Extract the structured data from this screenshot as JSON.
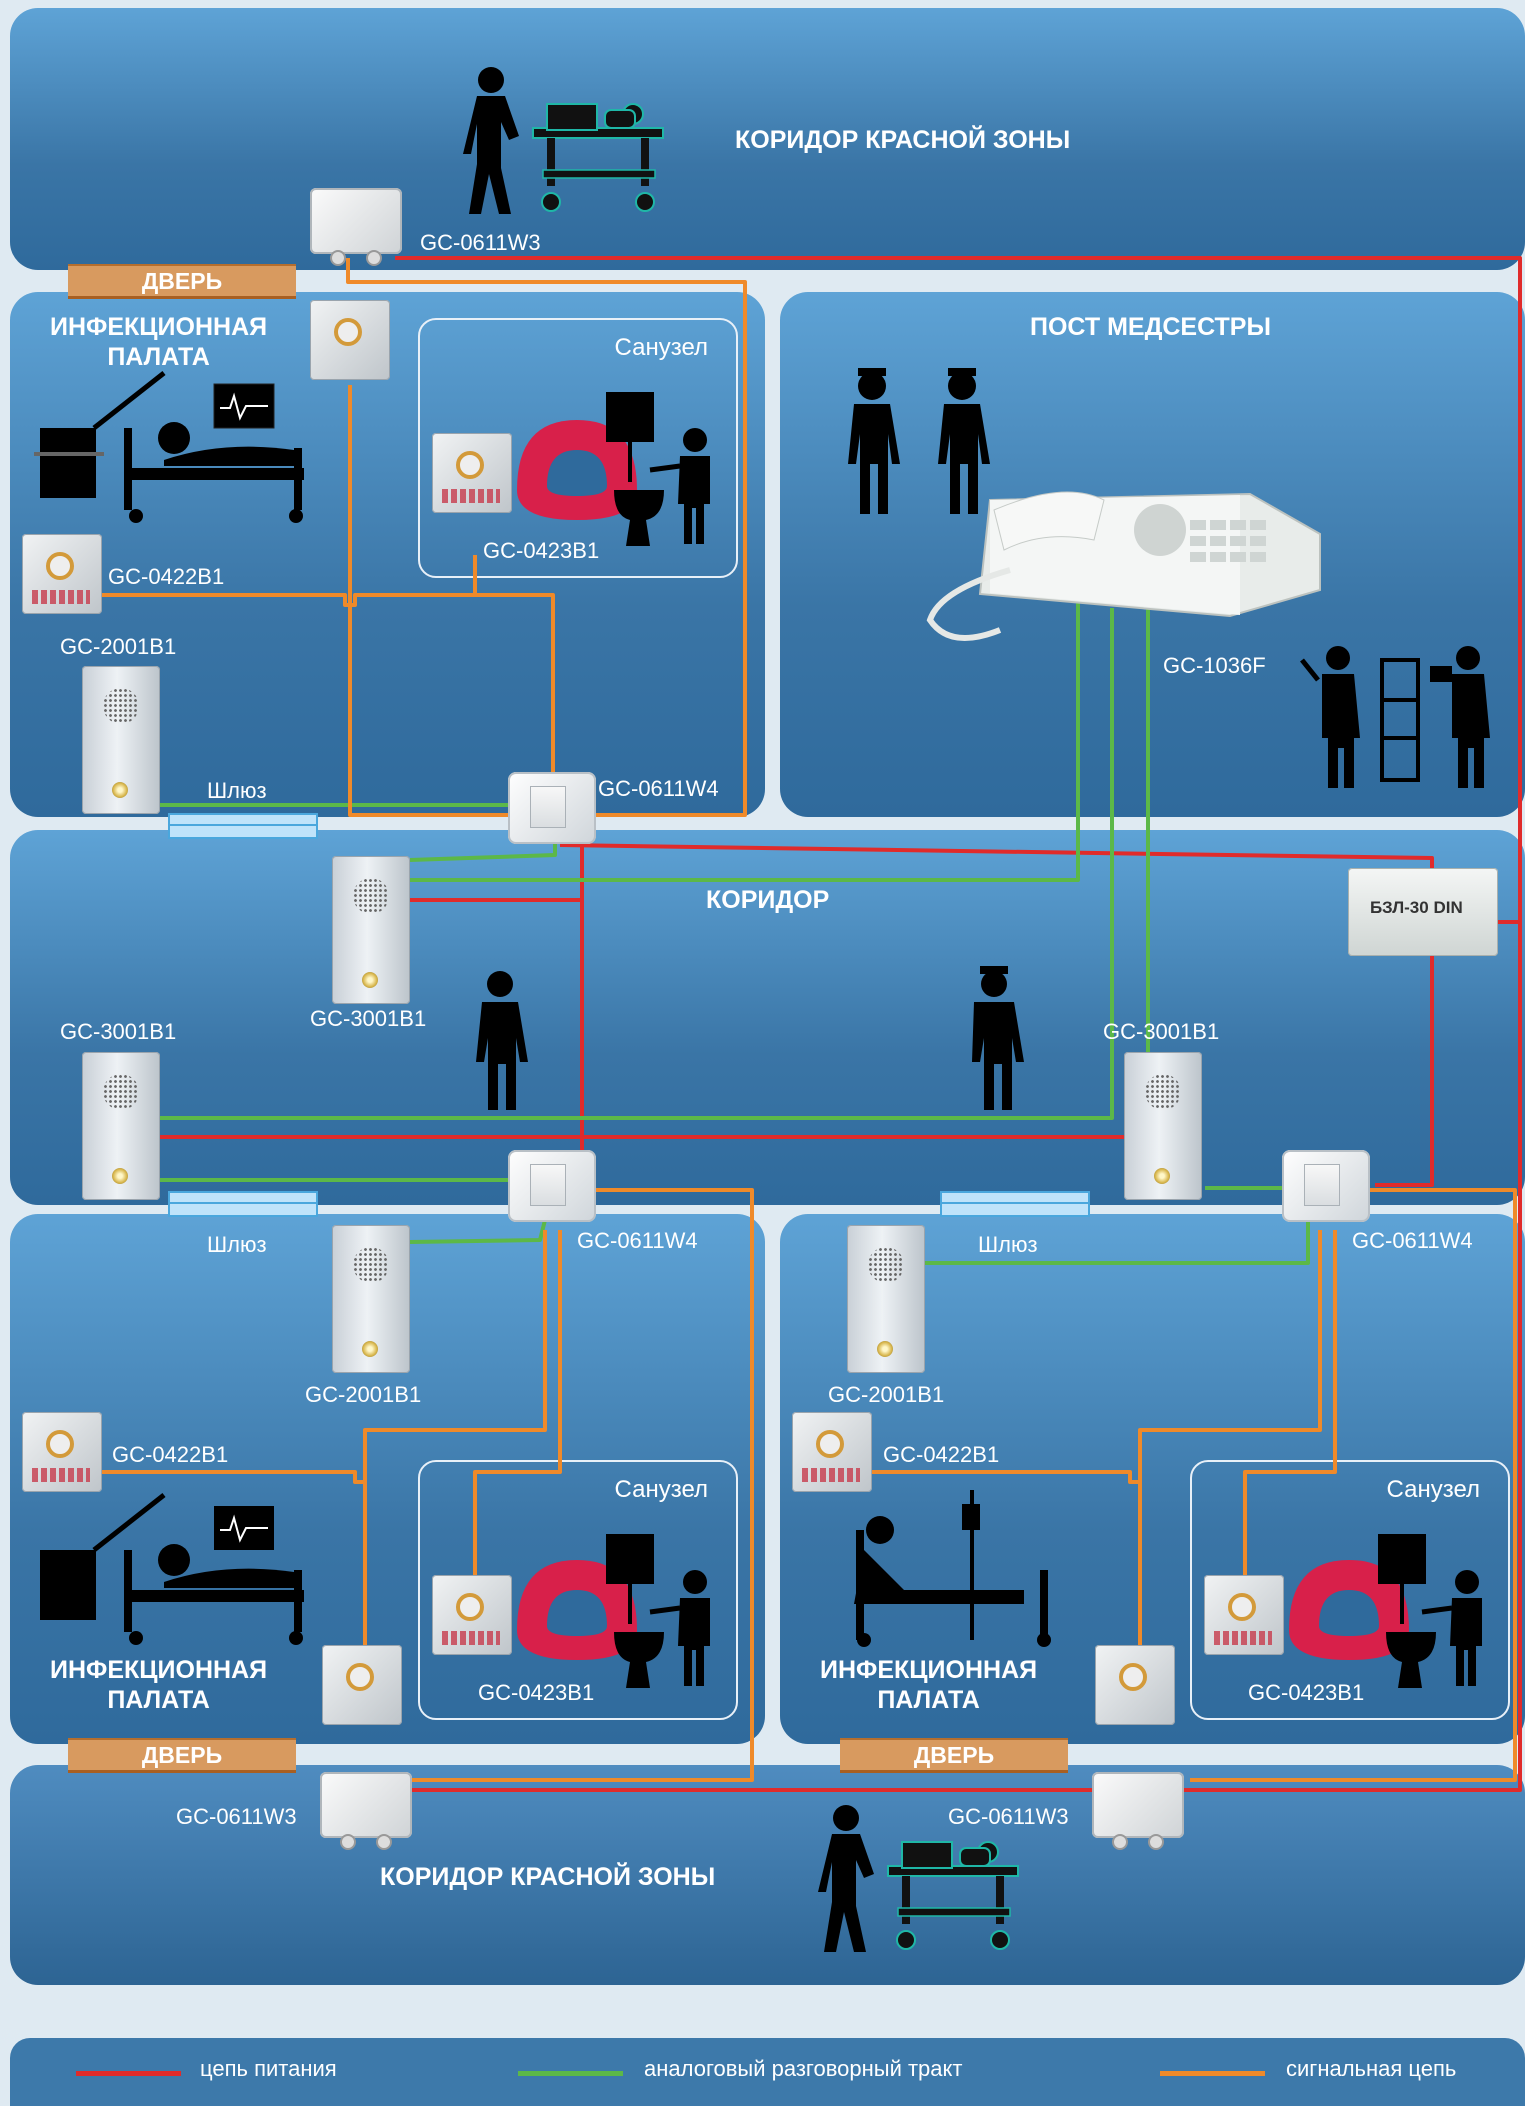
{
  "zones": {
    "top_corridor": "КОРИДОР КРАСНОЙ ЗОНЫ",
    "nurse_post": "ПОСТ МЕДСЕСТРЫ",
    "corridor": "КОРИДОР",
    "bottom_corridor": "КОРИДОР КРАСНОЙ ЗОНЫ",
    "ward_top_line1": "ИНФЕКЦИОННАЯ",
    "ward_top_line2": "ПАЛАТА",
    "ward_bl_line1": "ИНФЕКЦИОННАЯ",
    "ward_bl_line2": "ПАЛАТА",
    "ward_br_line1": "ИНФЕКЦИОННАЯ",
    "ward_br_line2": "ПАЛАТА"
  },
  "doors": {
    "top": "ДВЕРЬ",
    "bottom_left": "ДВЕРЬ",
    "bottom_right": "ДВЕРЬ"
  },
  "bathroom": {
    "top": "Санузел",
    "bottom_left": "Санузел",
    "bottom_right": "Санузел"
  },
  "gateway": {
    "top": "Шлюз",
    "bottom_left": "Шлюз",
    "bottom_right": "Шлюз"
  },
  "devices": {
    "w3_top": "GC-0611W3",
    "w3_bl": "GC-0611W3",
    "w3_br": "GC-0611W3",
    "w4_top": "GC-0611W4",
    "w4_bl": "GC-0611W4",
    "w4_br": "GC-0611W4",
    "b0422_top": "GC-0422B1",
    "b0422_bl": "GC-0422B1",
    "b0422_br": "GC-0422B1",
    "b0423_top": "GC-0423B1",
    "b0423_bl": "GC-0423B1",
    "b0423_br": "GC-0423B1",
    "p2001_top": "GC-2001B1",
    "p2001_bl": "GC-2001B1",
    "p2001_br": "GC-2001B1",
    "p3001_left": "GC-3001B1",
    "p3001_center": "GC-3001B1",
    "p3001_right": "GC-3001B1",
    "station": "GC-1036F",
    "psu": "БЗЛ-30 DIN"
  },
  "legend": {
    "power": {
      "label": "цепь питания",
      "color": "#e02b2b"
    },
    "audio": {
      "label": "аналоговый разговорный тракт",
      "color": "#5cb848"
    },
    "signal": {
      "label": "сигнальная цепь",
      "color": "#ef8a2a"
    }
  }
}
